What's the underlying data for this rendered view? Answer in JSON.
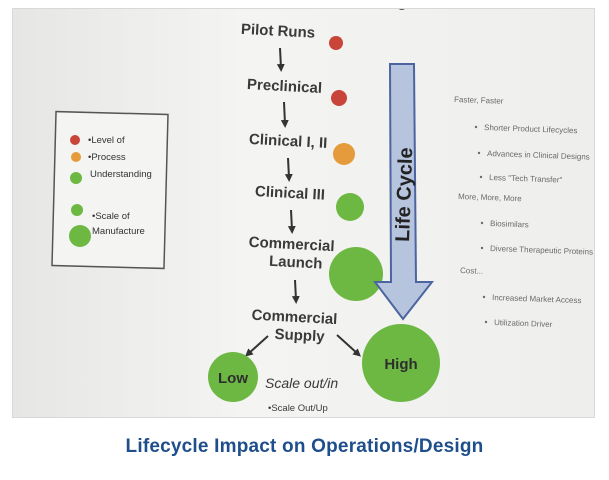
{
  "header_fragment": "gn",
  "steps": [
    {
      "label": "Pilot Runs"
    },
    {
      "label": "Preclinical"
    },
    {
      "label": "Clinical I, II"
    },
    {
      "label": "Clinical III"
    },
    {
      "label": "Commercial\nLaunch"
    },
    {
      "label": "Commercial\nSupply"
    }
  ],
  "branches": {
    "low": "Low",
    "high": "High"
  },
  "scale_out_label": "Scale out/in",
  "scale_up_label": "•Scale Out/Up",
  "lifecycle_label": "Life Cycle",
  "legend": [
    "•Level of",
    "•Process",
    "Understanding",
    "•Scale of",
    "Manufacture"
  ],
  "right_list": [
    {
      "text": "Faster, Faster",
      "level": 0
    },
    {
      "text": "Shorter Product Lifecycles",
      "level": 1
    },
    {
      "text": "Advances in Clinical Designs",
      "level": 1
    },
    {
      "text": "Less \"Tech Transfer\"",
      "level": 1
    },
    {
      "text": "More, More, More",
      "level": 0
    },
    {
      "text": "Biosimilars",
      "level": 1
    },
    {
      "text": "Diverse Therapeutic Proteins",
      "level": 1
    },
    {
      "text": "Cost...",
      "level": 0
    },
    {
      "text": "Increased Market Access",
      "level": 1
    },
    {
      "text": "Utilization Driver",
      "level": 1
    }
  ],
  "caption": "Lifecycle Impact on Operations/Design",
  "colors": {
    "red": "#c9453a",
    "orange": "#e59a3c",
    "green": "#6db843",
    "arrow_fill": "#b7c4de",
    "arrow_stroke": "#4c64a0",
    "caption": "#1f4e8c"
  }
}
